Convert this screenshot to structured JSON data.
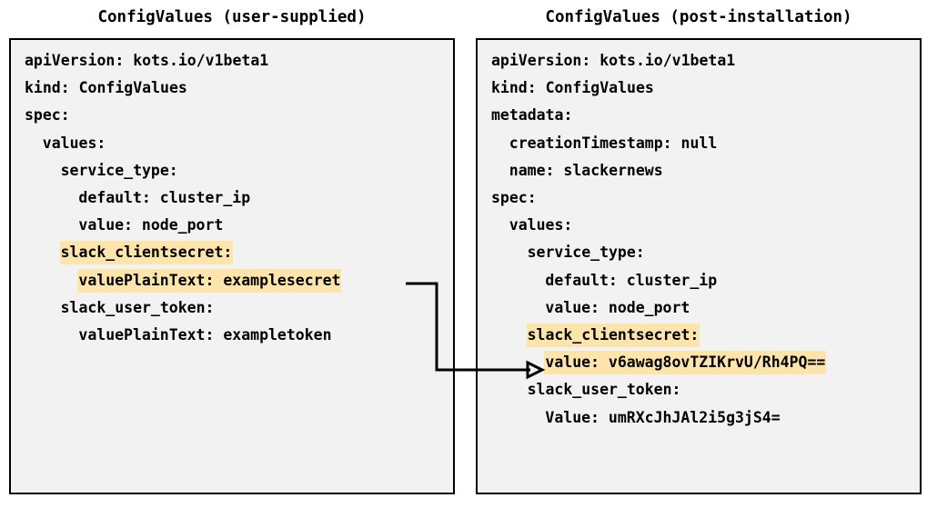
{
  "diagram": {
    "type": "two-panel-yaml-comparison",
    "background_color": "#ffffff",
    "panel_fill": "#f2f2f2",
    "panel_border_color": "#000000",
    "highlight_color": "#fde4ab",
    "connector_color": "#000000",
    "connector_label": "encrypted-value-mapping-arrow"
  },
  "left_panel": {
    "title": "ConfigValues (user-supplied)",
    "lines": [
      {
        "indent": 0,
        "text": "apiVersion: kots.io/v1beta1",
        "highlight": false
      },
      {
        "indent": 0,
        "text": "kind: ConfigValues",
        "highlight": false
      },
      {
        "indent": 0,
        "text": "spec:",
        "highlight": false
      },
      {
        "indent": 1,
        "text": "values:",
        "highlight": false
      },
      {
        "indent": 2,
        "text": "service_type:",
        "highlight": false
      },
      {
        "indent": 3,
        "text": "default: cluster_ip",
        "highlight": false
      },
      {
        "indent": 3,
        "text": "value: node_port",
        "highlight": false
      },
      {
        "indent": 2,
        "text": "slack_clientsecret:",
        "highlight": true
      },
      {
        "indent": 3,
        "text": "valuePlainText: examplesecret",
        "highlight": true
      },
      {
        "indent": 2,
        "text": "slack_user_token:",
        "highlight": false
      },
      {
        "indent": 3,
        "text": "valuePlainText: exampletoken",
        "highlight": false
      }
    ]
  },
  "right_panel": {
    "title": "ConfigValues (post-installation)",
    "lines": [
      {
        "indent": 0,
        "text": "apiVersion: kots.io/v1beta1",
        "highlight": false
      },
      {
        "indent": 0,
        "text": "kind: ConfigValues",
        "highlight": false
      },
      {
        "indent": 0,
        "text": "metadata:",
        "highlight": false
      },
      {
        "indent": 1,
        "text": "creationTimestamp: null",
        "highlight": false
      },
      {
        "indent": 1,
        "text": "name: slackernews",
        "highlight": false
      },
      {
        "indent": 0,
        "text": "spec:",
        "highlight": false
      },
      {
        "indent": 1,
        "text": "values:",
        "highlight": false
      },
      {
        "indent": 2,
        "text": "service_type:",
        "highlight": false
      },
      {
        "indent": 3,
        "text": "default: cluster_ip",
        "highlight": false
      },
      {
        "indent": 3,
        "text": "value: node_port",
        "highlight": false
      },
      {
        "indent": 2,
        "text": "slack_clientsecret:",
        "highlight": true
      },
      {
        "indent": 3,
        "text": "value: v6awag8ovTZIKrvU/Rh4PQ==",
        "highlight": true
      },
      {
        "indent": 2,
        "text": "slack_user_token:",
        "highlight": false
      },
      {
        "indent": 3,
        "text": "Value: umRXcJhJAl2i5g3jS4=",
        "highlight": false
      }
    ]
  }
}
